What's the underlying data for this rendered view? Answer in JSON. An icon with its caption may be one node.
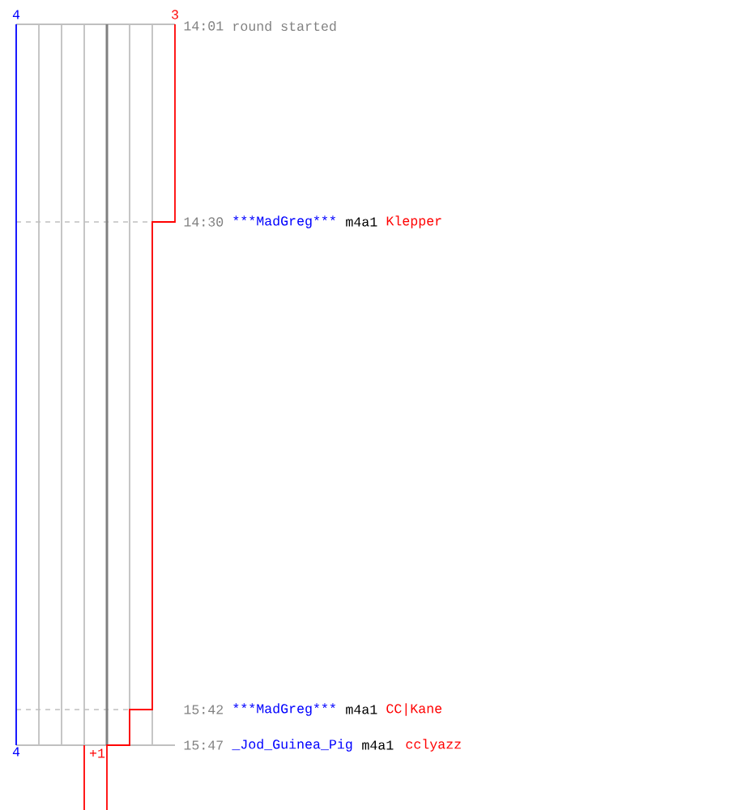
{
  "diagram": {
    "labels": [
      "4",
      "3",
      "14:01",
      "round started",
      "14:30",
      "***MadGreg***",
      "m4a1",
      "Klepper",
      "15:42",
      "***MadGreg***",
      "m4a1",
      "CC|Kane",
      "4",
      "+1",
      "15:47",
      "_Jod_Guinea_Pig",
      "m4a1",
      "cclyazz"
    ]
  }
}
